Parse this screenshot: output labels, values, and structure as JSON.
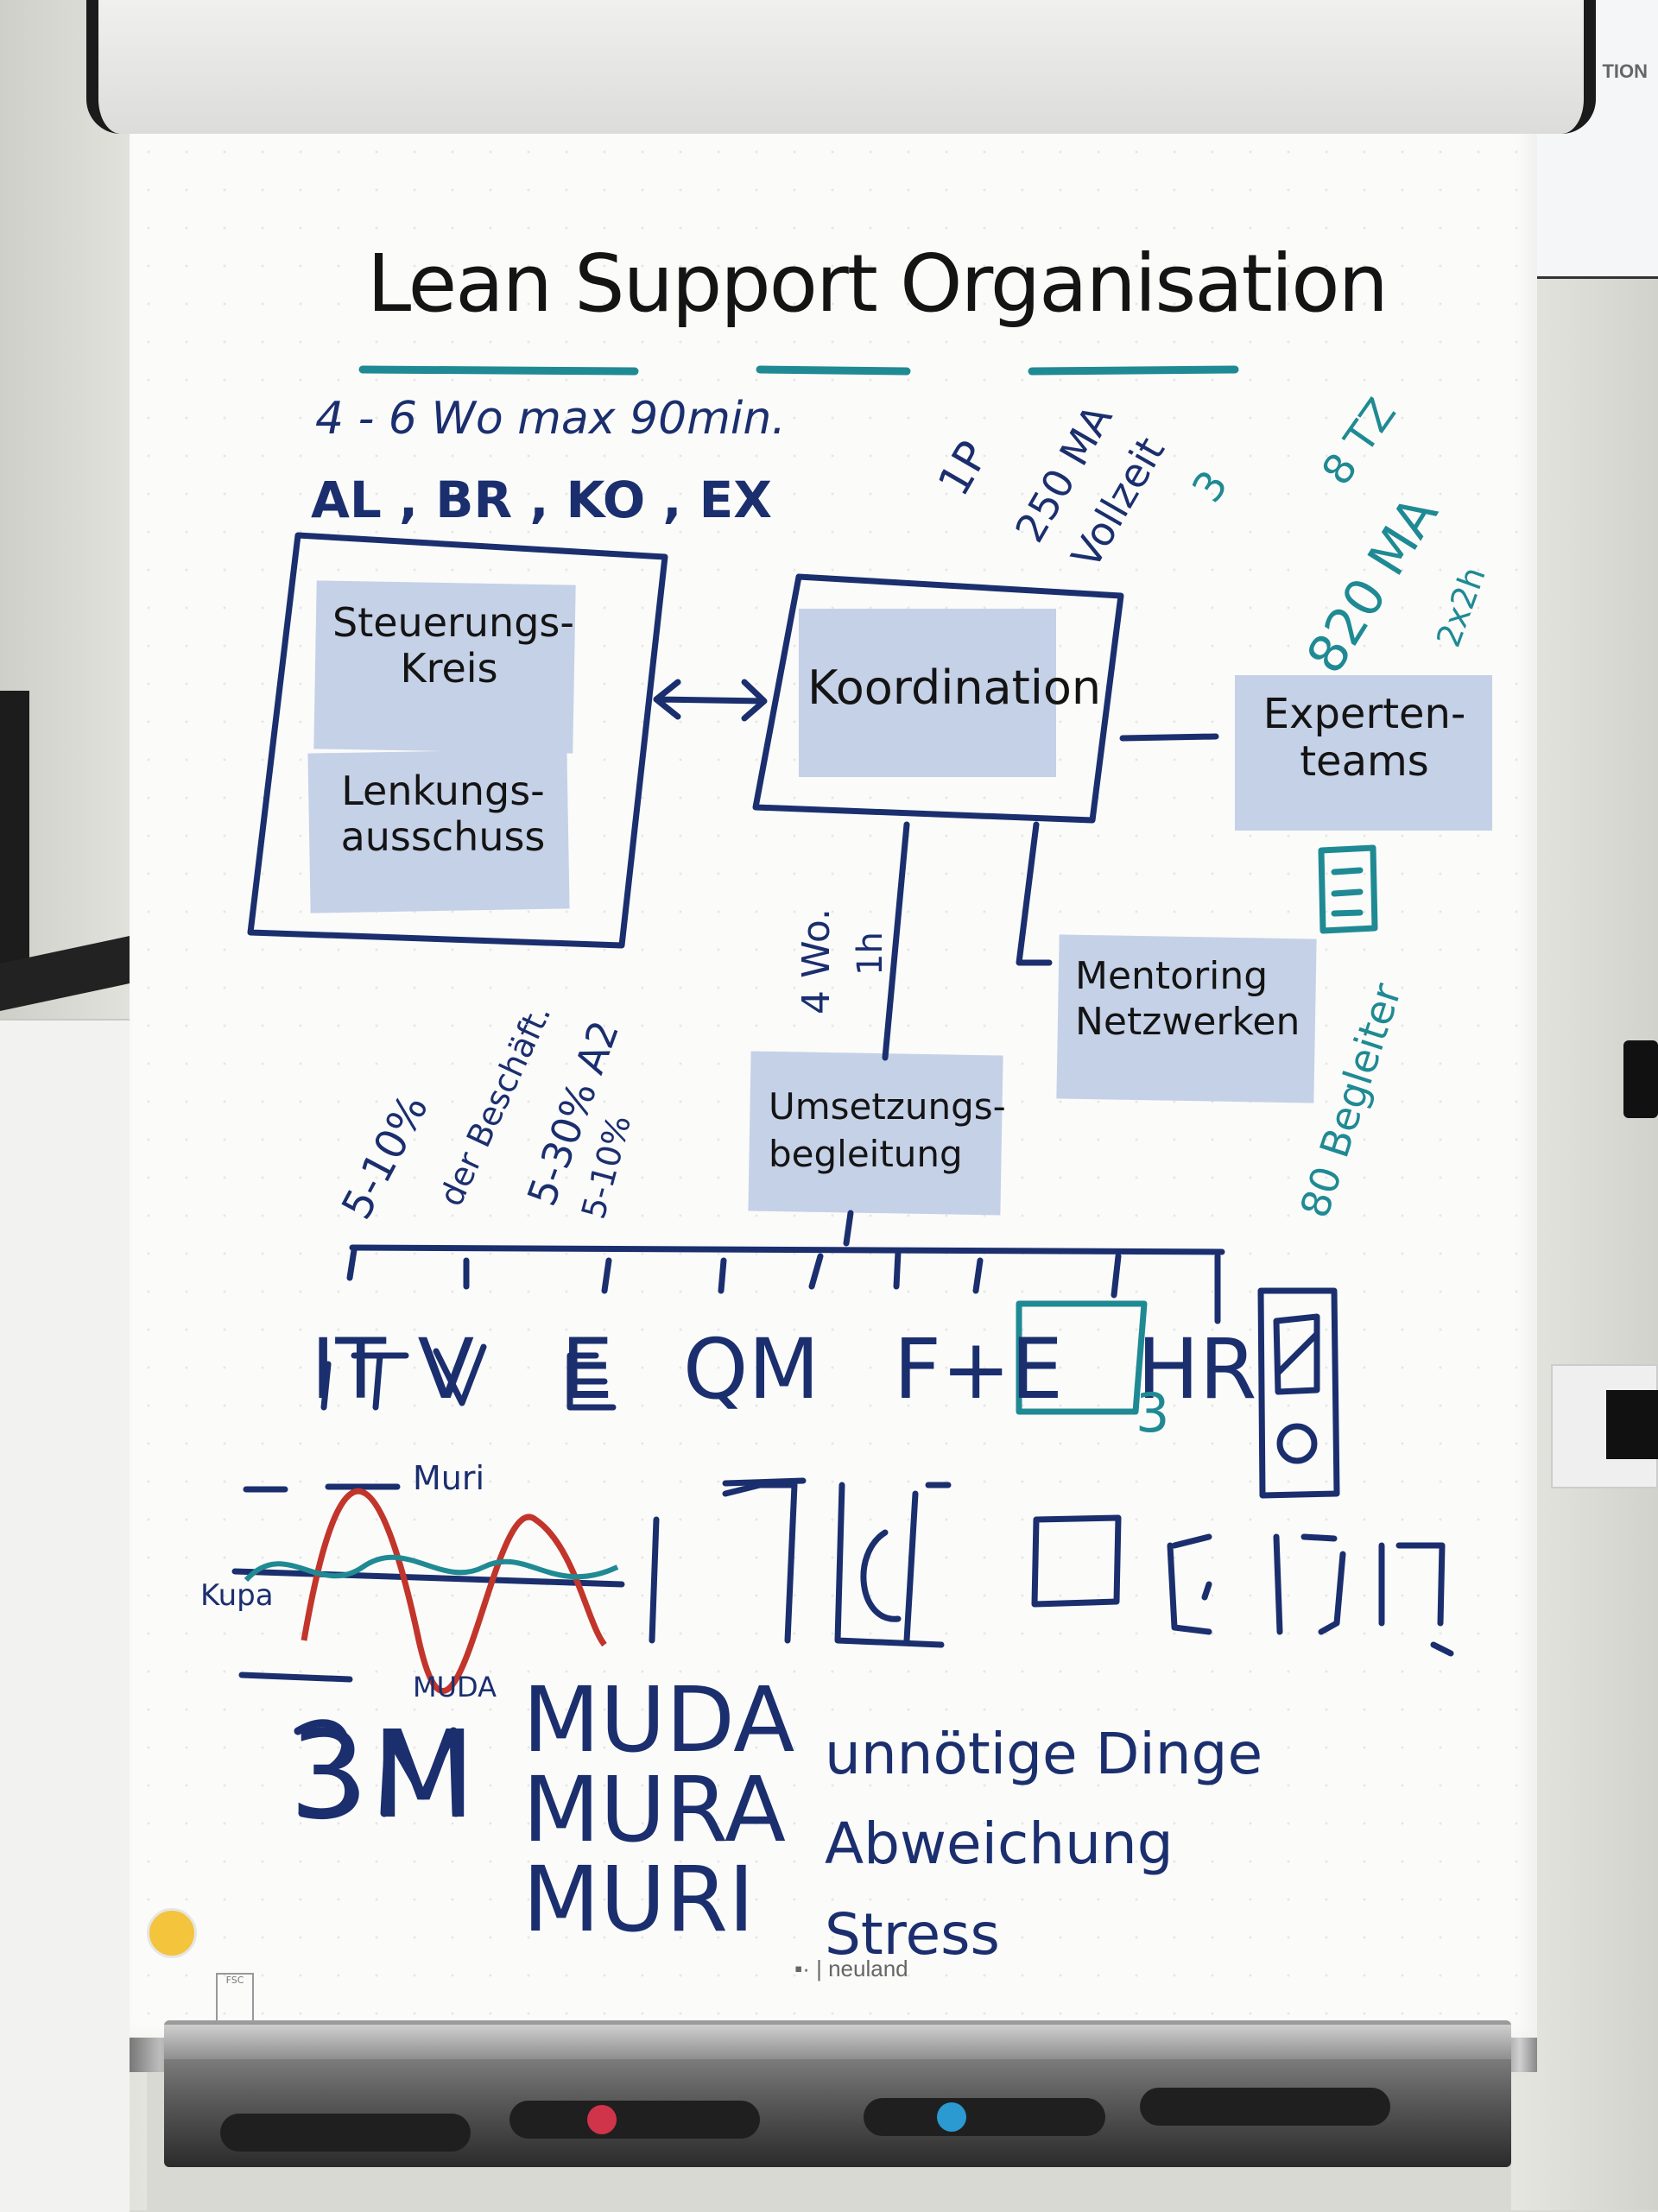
{
  "title": "Lean Support Organisation",
  "top_notes": {
    "meeting": "4 - 6 Wo max 90min.",
    "members": "AL , BR , KO , EX"
  },
  "boxes": {
    "steering": "Steuerungs-\nKreis",
    "lenkung": "Lenkungs-\nausschuss",
    "koordination": "Koordination",
    "experten": "Experten-\nteams",
    "mentoring": "Mentoring\nNetzwerken",
    "umsetzung": "Umsetzungs-\nbegleitung"
  },
  "annotations": {
    "koord_a": "1P",
    "koord_b": "250 MA",
    "koord_c": "Vollzeit",
    "expert_a": "3",
    "expert_b": "8 TZ",
    "expert_c": "820 MA",
    "expert_d": "2x2h",
    "begleiter": "80 Begleiter",
    "wochen": "4 Wo.",
    "wochen_h": "1h",
    "pct1": "5-10%",
    "pct1b": "der Beschäft.",
    "pct2": "5-30% A2",
    "pct3": "5-10%"
  },
  "departments": [
    "IT",
    "V",
    "E",
    "QM",
    "F+E",
    "HR"
  ],
  "hr_sub": "3",
  "wave_labels": {
    "muri": "Muri",
    "mura": "Kupa",
    "muda": "MUDA"
  },
  "three_m": {
    "heading": "3M",
    "rows": [
      {
        "term": "MUDA",
        "meaning": "unnötige Dinge"
      },
      {
        "term": "MURA",
        "meaning": "Abweichung"
      },
      {
        "term": "MURI",
        "meaning": "Stress"
      }
    ]
  },
  "brand": "neuland",
  "colors": {
    "ink_blue": "#1b2f6e",
    "ink_teal": "#1f8a93",
    "ink_red": "#c2352b",
    "note": "#c5d1e7"
  }
}
